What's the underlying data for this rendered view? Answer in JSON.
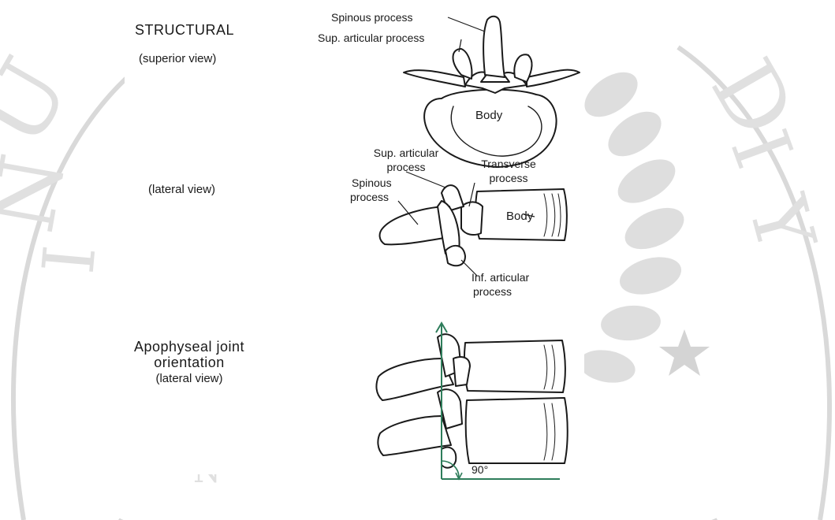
{
  "left_labels": {
    "structural": "STRUCTURAL",
    "superior_view": "(superior view)",
    "lateral_view": "(lateral view)",
    "apophyseal_line1": "Apophyseal joint",
    "apophyseal_line2": "orientation",
    "apophyseal_line3": "(lateral view)"
  },
  "superior_figure": {
    "spinous_process": "Spinous process",
    "sup_articular_process": "Sup. articular process",
    "body": "Body"
  },
  "lateral_figure": {
    "sup_articular_line1": "Sup. articular",
    "sup_articular_line2": "process",
    "transverse_line1": "Transverse",
    "transverse_line2": "process",
    "spinous_line1": "Spinous",
    "spinous_line2": "process",
    "body": "Body",
    "inf_articular_line1": "Inf. articular",
    "inf_articular_line2": "process"
  },
  "orientation_figure": {
    "angle_label": "90°"
  },
  "colors": {
    "line_art": "#1a1a1a",
    "orientation_axes": "#2e7d5b",
    "watermark": "#d6d6d6"
  }
}
